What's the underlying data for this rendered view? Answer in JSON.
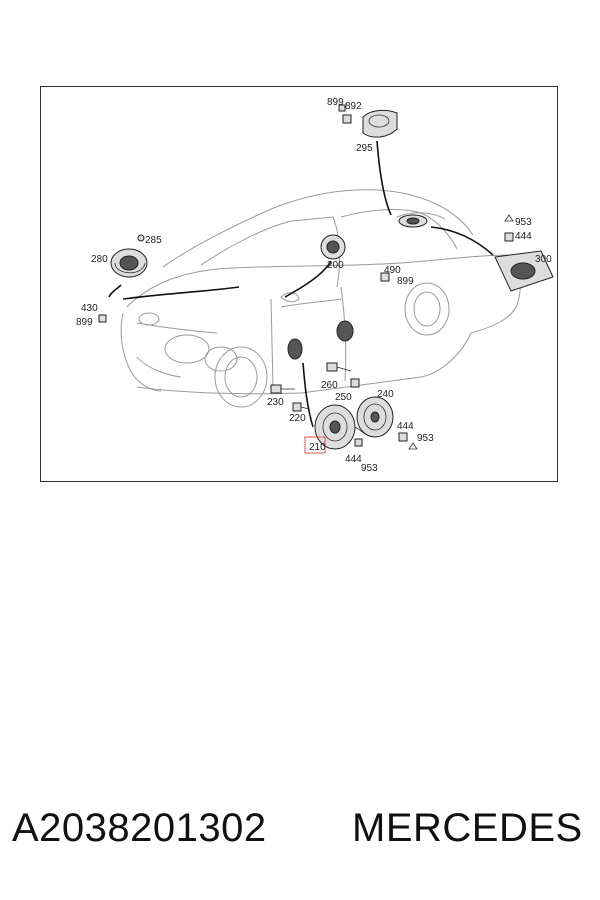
{
  "diagram": {
    "callouts": {
      "c899a": "899",
      "c892": "892",
      "c295": "295",
      "c285": "285",
      "c280": "280",
      "c430": "430",
      "c899b": "899",
      "c200": "200",
      "c490": "490",
      "c899c": "899",
      "c953a": "953",
      "c444a": "444",
      "c300": "300",
      "c260": "260",
      "c230": "230",
      "c250": "250",
      "c240": "240",
      "c220": "220",
      "c210": "210",
      "c444b": "444",
      "c953b": "953",
      "c444c": "444",
      "c953c": "953"
    },
    "highlight_color": "#e05050"
  },
  "caption": {
    "part_number": "A2038201302",
    "brand": "MERCEDES"
  }
}
